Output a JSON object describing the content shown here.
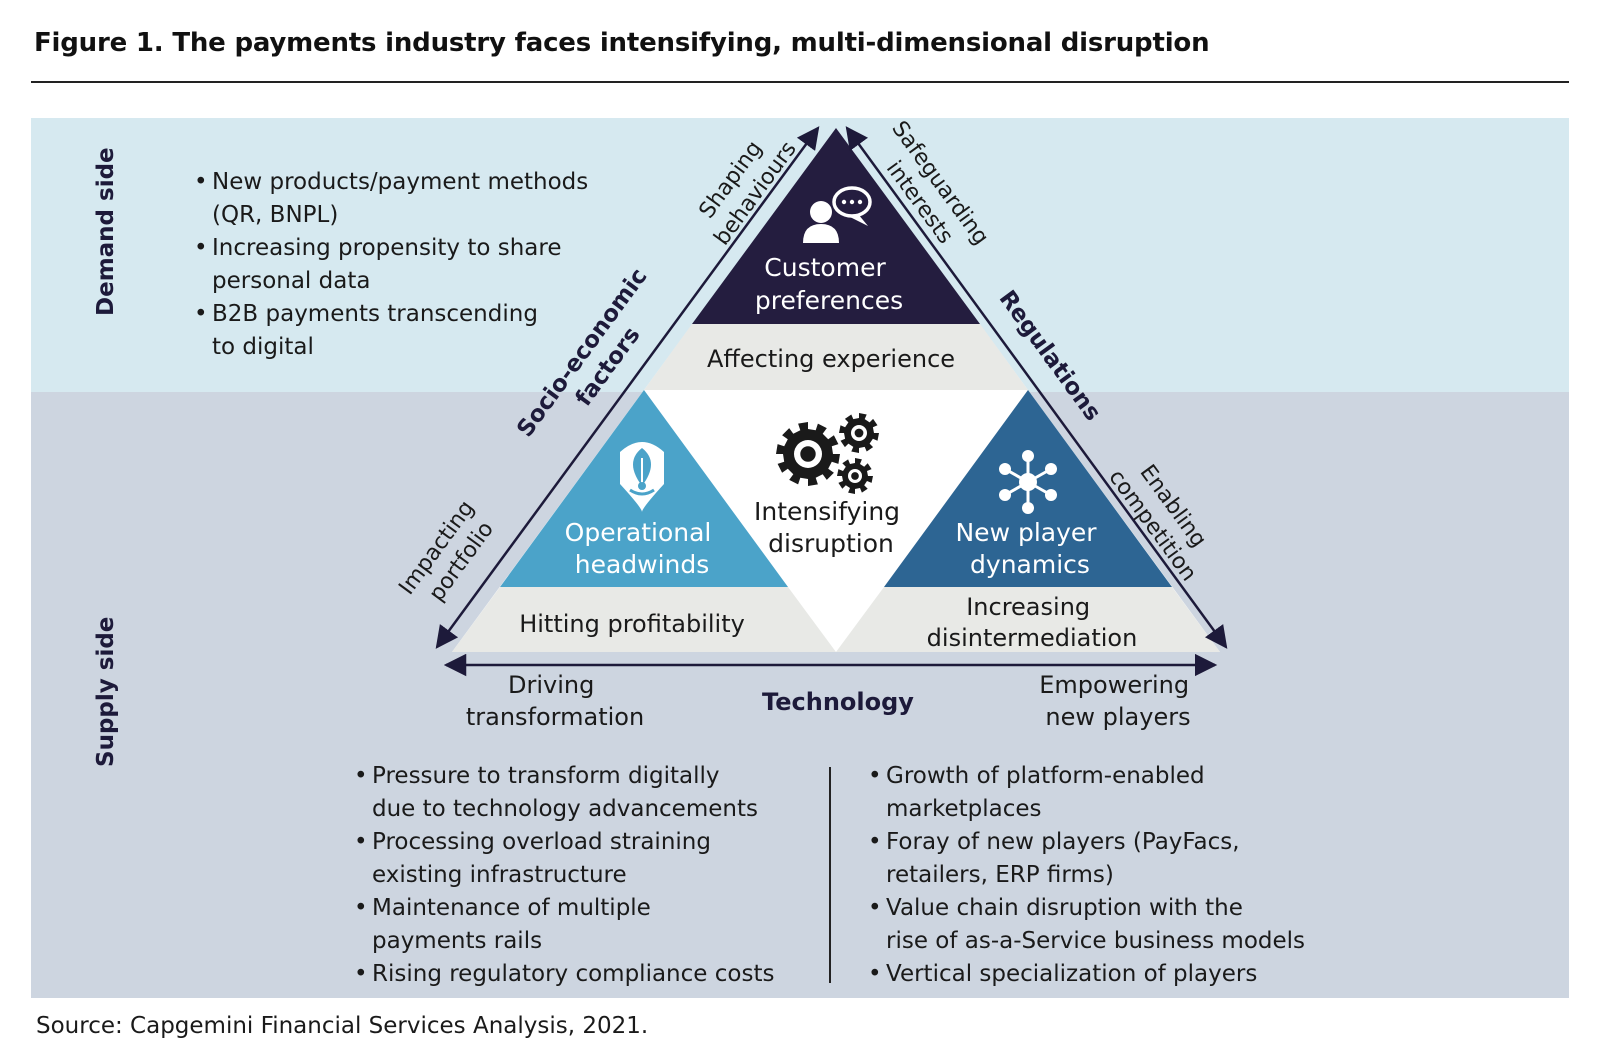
{
  "title": "Figure 1. The payments industry faces intensifying, multi-dimensional disruption",
  "source": "Source: Capgemini Financial Services Analysis, 2021.",
  "side_labels": {
    "demand": "Demand side",
    "supply": "Supply side"
  },
  "demand_bullets": [
    [
      "New products/payment methods",
      "(QR, BNPL)"
    ],
    [
      "Increasing propensity to share",
      "personal data"
    ],
    [
      "B2B payments transcending",
      "to digital"
    ]
  ],
  "supply_left_bullets": [
    [
      "Pressure to transform digitally",
      "due to technology advancements"
    ],
    [
      "Processing overload straining",
      "existing infrastructure"
    ],
    [
      "Maintenance of multiple",
      "payments rails"
    ],
    [
      "Rising regulatory compliance costs"
    ]
  ],
  "supply_right_bullets": [
    [
      "Growth of platform-enabled",
      "marketplaces"
    ],
    [
      "Foray of new players (PayFacs,",
      "retailers, ERP firms)"
    ],
    [
      "Value chain disruption with the",
      "rise of as-a-Service business models"
    ],
    [
      "Vertical specialization of players"
    ]
  ],
  "triangle": {
    "top": {
      "label": [
        "Customer",
        "preferences"
      ],
      "effect": "Affecting experience",
      "color": "#241d3f"
    },
    "left": {
      "label": [
        "Operational",
        "headwinds"
      ],
      "effect": "Hitting profitability",
      "color": "#4ba3c9"
    },
    "right": {
      "label": [
        "New player",
        "dynamics"
      ],
      "effect": [
        "Increasing",
        "disintermediation"
      ],
      "color": "#2d6593"
    },
    "center": [
      "Intensifying",
      "disruption"
    ],
    "band_color": "#e8e9e6"
  },
  "forces": {
    "left_side": {
      "name": [
        "Socio-economic",
        "factors"
      ],
      "upper": [
        "Shaping",
        "behaviours"
      ],
      "lower": [
        "Impacting",
        "portfolio"
      ]
    },
    "right_side": {
      "name": "Regulations",
      "upper": [
        "Safeguarding",
        "interests"
      ],
      "lower": [
        "Enabling",
        "competition"
      ]
    },
    "bottom": {
      "name": "Technology",
      "left": [
        "Driving",
        "transformation"
      ],
      "right": [
        "Empowering",
        "new players"
      ]
    }
  },
  "icons": {
    "customer": "people-chat-icon",
    "operational": "leaf-shield-icon",
    "center": "gears-icon",
    "new_player": "network-hub-icon"
  }
}
